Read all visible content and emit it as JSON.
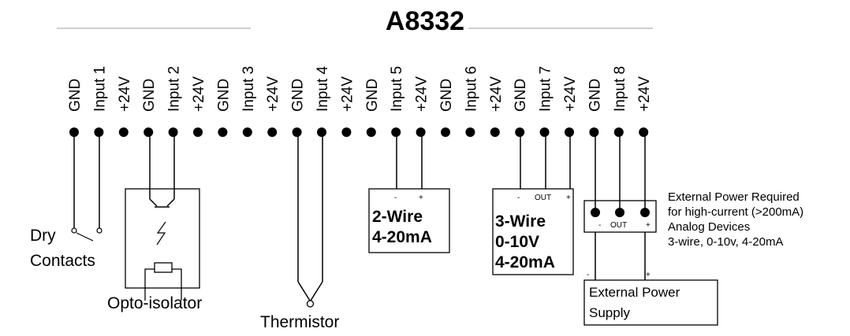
{
  "title": "A8332",
  "terminals": [
    "GND",
    "Input 1",
    "+24V",
    "GND",
    "Input 2",
    "+24V",
    "GND",
    "Input 3",
    "+24V",
    "GND",
    "Input 4",
    "+24V",
    "GND",
    "Input 5",
    "+24V",
    "GND",
    "Input 6",
    "+24V",
    "GND",
    "Input 7",
    "+24V",
    "GND",
    "Input 8",
    "+24V"
  ],
  "dry_contacts": {
    "line1": "Dry",
    "line2": "Contacts"
  },
  "opto": {
    "label": "Opto-isolator"
  },
  "thermistor": {
    "label": "Thermistor"
  },
  "two_wire": {
    "minus": "-",
    "plus": "+",
    "line1": "2-Wire",
    "line2": "4-20mA"
  },
  "three_wire": {
    "minus": "-",
    "out": "OUT",
    "plus": "+",
    "line1": "3-Wire",
    "line2": "0-10V",
    "line3": "4-20mA"
  },
  "ext_connector": {
    "minus": "-",
    "out": "OUT",
    "plus": "+"
  },
  "ext_note": {
    "line1": "External Power Required",
    "line2": "for high-current (>200mA)",
    "line3": "Analog Devices",
    "line4": "3-wire, 0-10v, 4-20mA"
  },
  "supply": {
    "minus": "-",
    "plus": "+",
    "line1": "External Power",
    "line2": "Supply"
  }
}
